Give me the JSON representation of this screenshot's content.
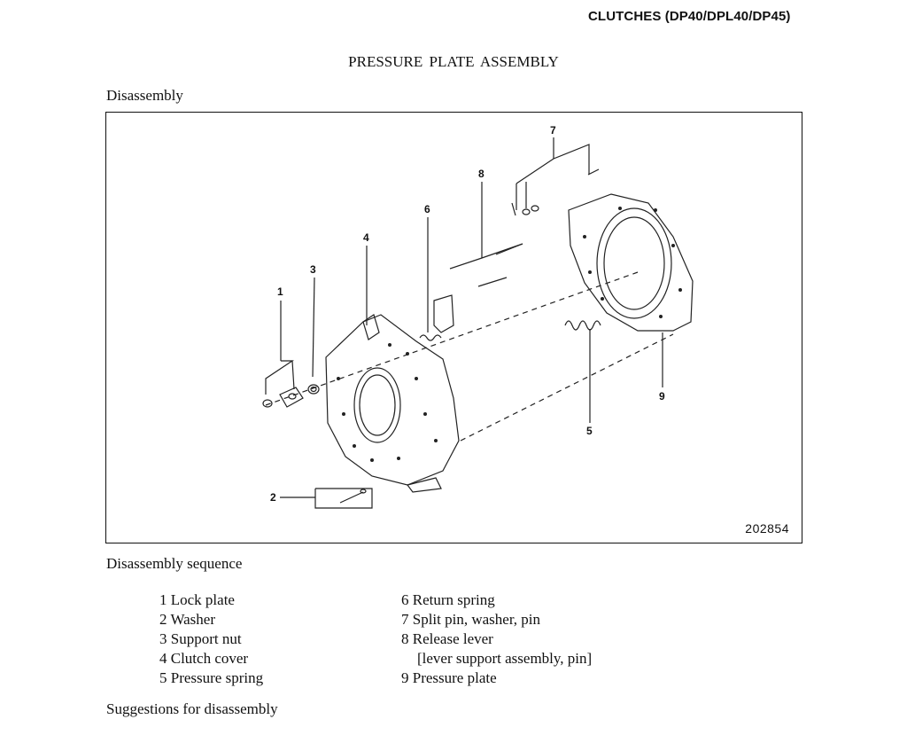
{
  "header": {
    "text": "CLUTCHES (DP40/DPL40/DP45)"
  },
  "title": "PRESSURE  PLATE  ASSEMBLY",
  "section_disassembly": "Disassembly",
  "figure": {
    "number": "202854",
    "callouts": [
      "1",
      "2",
      "3",
      "4",
      "5",
      "6",
      "7",
      "8",
      "9"
    ]
  },
  "section_sequence": "Disassembly sequence",
  "sequence_left": [
    "1 Lock plate",
    "2  Washer",
    "3 Support nut",
    "4 Clutch cover",
    "5 Pressure spring"
  ],
  "sequence_right": [
    "6  Return spring",
    "7  Split pin, washer, pin",
    "8  Release  lever",
    "[lever support assembly, pin]",
    "9  Pressure  plate"
  ],
  "section_suggestions": "Suggestions for disassembly"
}
